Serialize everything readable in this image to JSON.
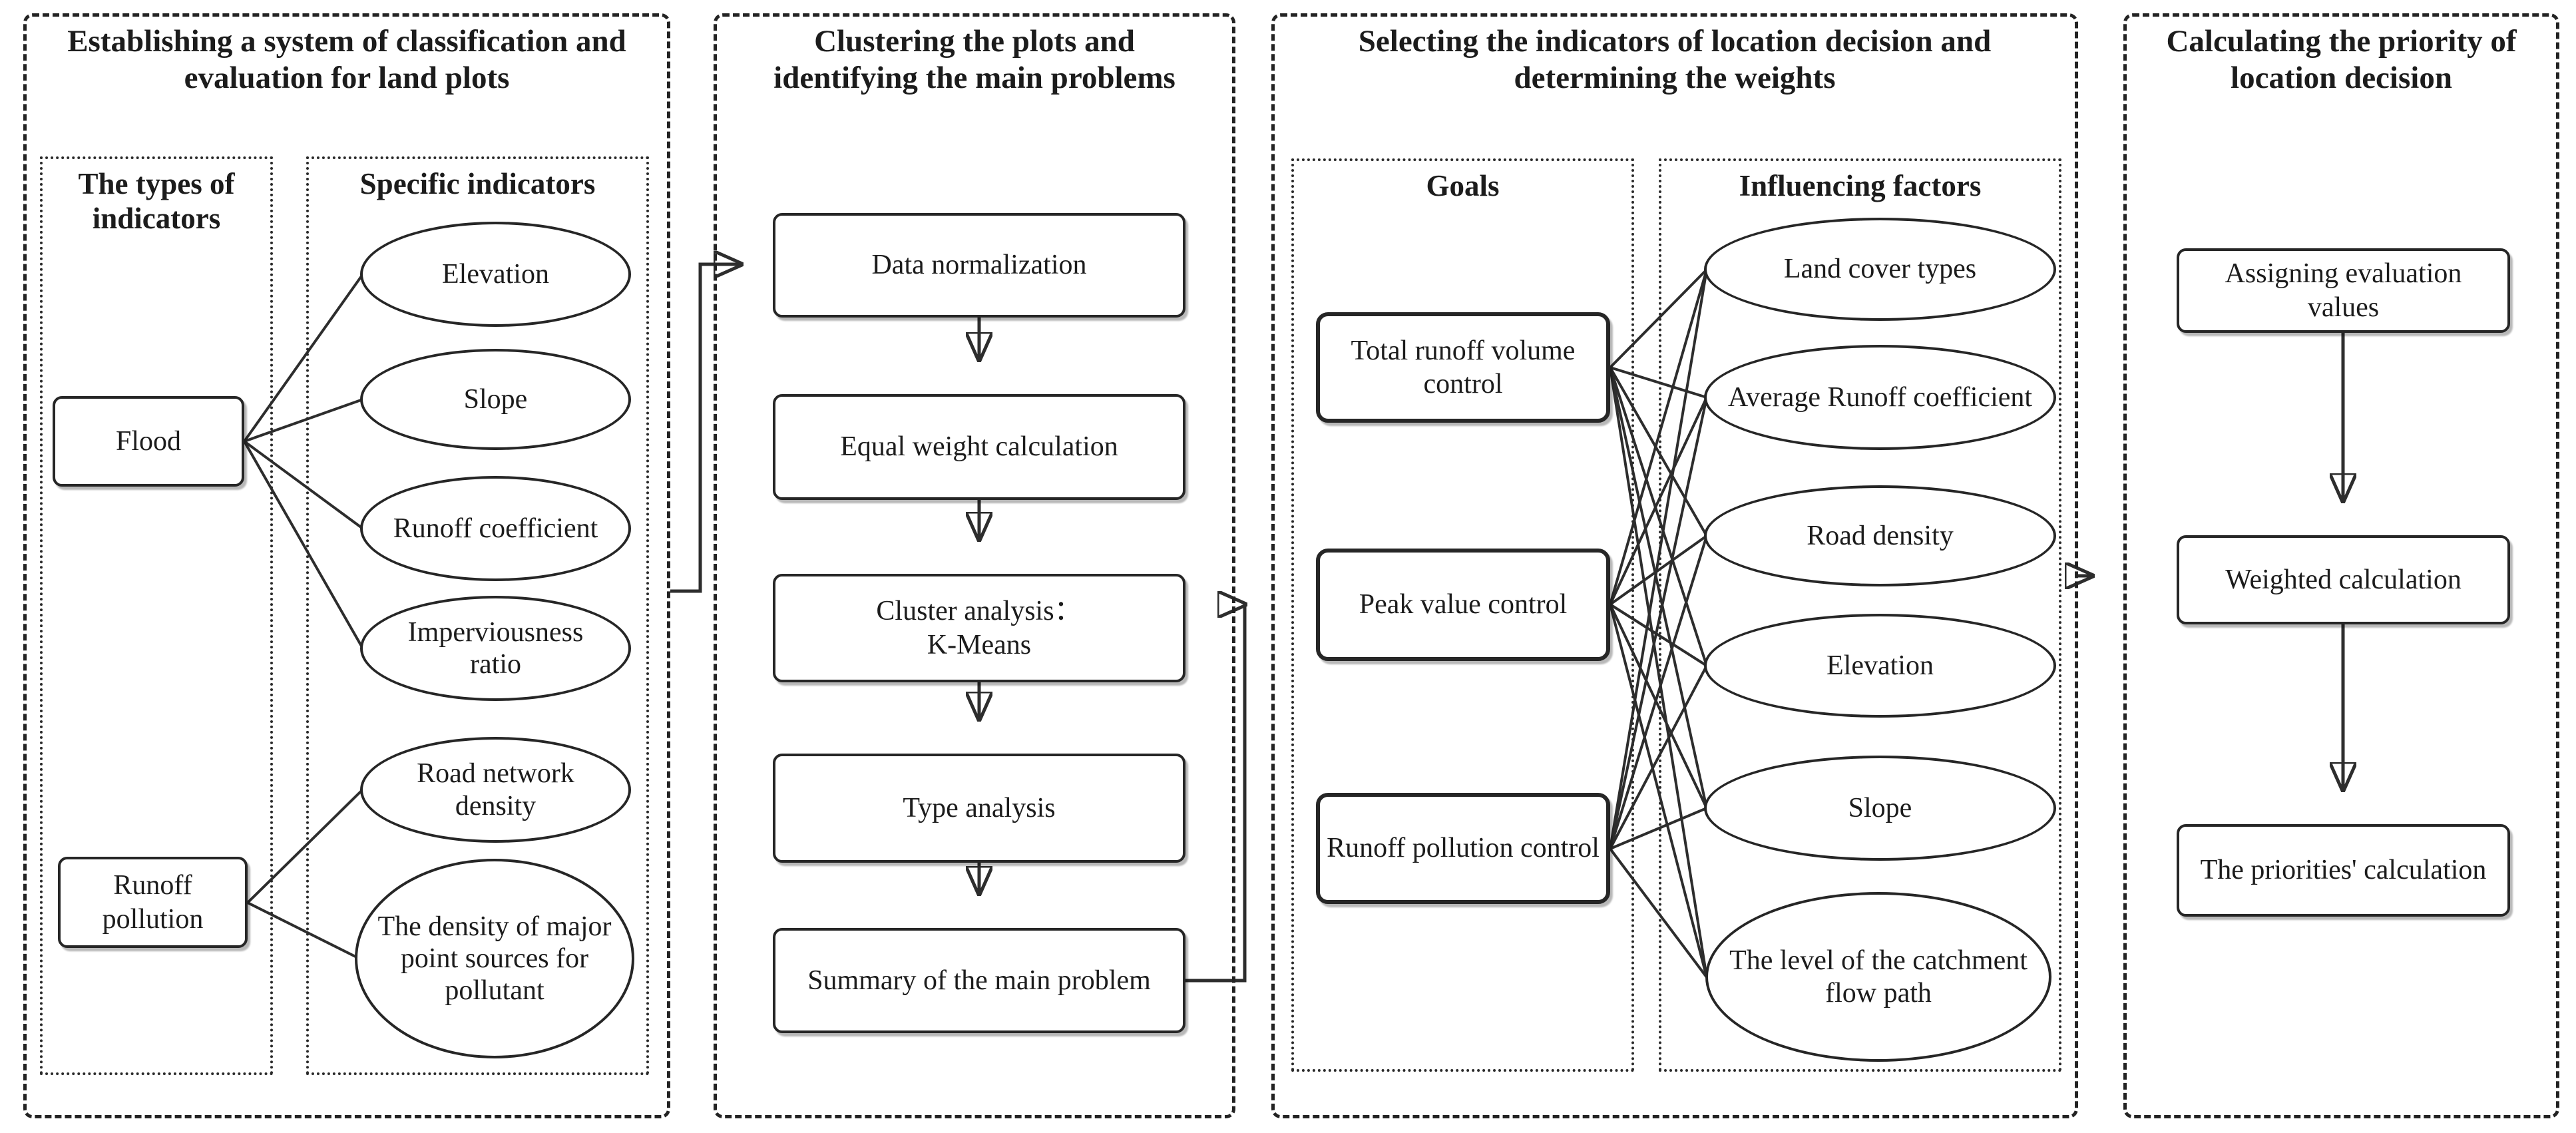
{
  "colors": {
    "ink": "#262626",
    "background": "#ffffff"
  },
  "panel1": {
    "title": "Establishing a system of classification and evaluation for land plots",
    "types_header": "The types of indicators",
    "specific_header": "Specific indicators",
    "type_boxes": [
      "Flood",
      "Runoff pollution"
    ],
    "ellipses": [
      "Elevation",
      "Slope",
      "Runoff coefficient",
      "Imperviousness ratio",
      "Road network density",
      "The density of major point sources for pollutant"
    ]
  },
  "panel2": {
    "title": "Clustering the plots and identifying the main problems",
    "steps": [
      "Data normalization",
      "Equal weight calculation",
      {
        "line1": "Cluster analysis：",
        "line2": "K-Means"
      },
      "Type analysis",
      "Summary of the main problem"
    ]
  },
  "panel3": {
    "title": "Selecting the indicators of location decision and determining the weights",
    "goals_header": "Goals",
    "goals": [
      "Total runoff volume control",
      "Peak value control",
      "Runoff pollution control"
    ],
    "factors_header": "Influencing factors",
    "factors": [
      "Land cover types",
      "Average Runoff coefficient",
      "Road density",
      "Elevation",
      "Slope",
      "The level of  the catchment flow path"
    ]
  },
  "panel4": {
    "title": "Calculating the priority of location decision",
    "steps": [
      "Assigning evaluation values",
      "Weighted calculation",
      "The priorities' calculation"
    ]
  }
}
